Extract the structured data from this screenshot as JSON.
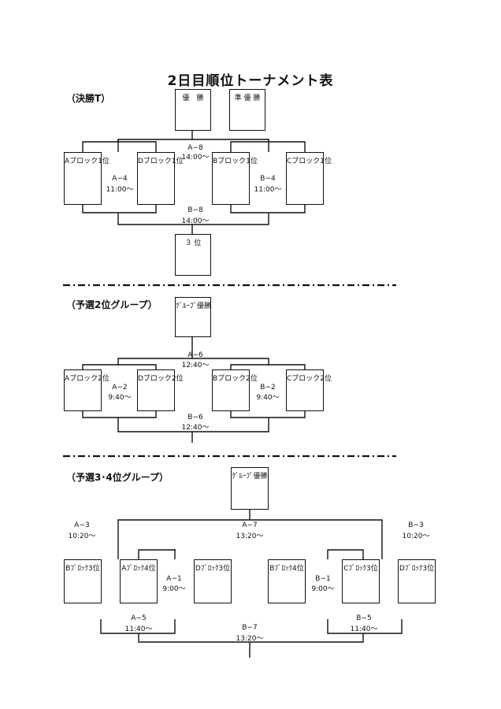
{
  "title": "2日目順位トーナメント表",
  "sections": {
    "final": {
      "heading": "（決勝T）",
      "champion": "優　勝",
      "runner_up": "準 優 勝",
      "third": "３ 位",
      "teams": [
        "Aブロック1位",
        "Dブロック1位",
        "Bブロック1位",
        "Cブロック1位"
      ],
      "matches": {
        "a4": [
          "A−4",
          "11:00〜"
        ],
        "b4": [
          "B−4",
          "11:00〜"
        ],
        "a8": [
          "A−8",
          "14:00〜"
        ],
        "b8": [
          "B−8",
          "14:00〜"
        ]
      }
    },
    "second": {
      "heading": "（予選2位グループ）",
      "winner": "ｸﾞﾙｰﾌﾟ優勝",
      "teams": [
        "Aブロック2位",
        "Dブロック2位",
        "Bブロック2位",
        "Cブロック2位"
      ],
      "matches": {
        "a2": [
          "A−2",
          "9:40〜"
        ],
        "b2": [
          "B−2",
          "9:40〜"
        ],
        "a6": [
          "A−6",
          "12:40〜"
        ],
        "b6": [
          "B−6",
          "12:40〜"
        ]
      }
    },
    "third_fourth": {
      "heading": "（予選3･4位グループ）",
      "winner": "ｸﾞﾙｰﾌﾟ優勝",
      "teams": [
        "Bﾌﾞﾛｯｸ3位",
        "Aﾌﾞﾛｯｸ4位",
        "Dﾌﾞﾛｯｸ3位",
        "Bﾌﾞﾛｯｸ4位",
        "Cﾌﾞﾛｯｸ3位",
        "Dﾌﾞﾛｯｸ3位"
      ],
      "matches": {
        "a3": [
          "A−3",
          "10:20〜"
        ],
        "a1": [
          "A−1",
          "9:00〜"
        ],
        "a7": [
          "A−7",
          "13:20〜"
        ],
        "b1": [
          "B−1",
          "9:00〜"
        ],
        "b3": [
          "B−3",
          "10:20〜"
        ],
        "a5": [
          "A−5",
          "11:40〜"
        ],
        "b5": [
          "B−5",
          "11:40〜"
        ],
        "b7": [
          "B−7",
          "13:20〜"
        ]
      }
    }
  }
}
